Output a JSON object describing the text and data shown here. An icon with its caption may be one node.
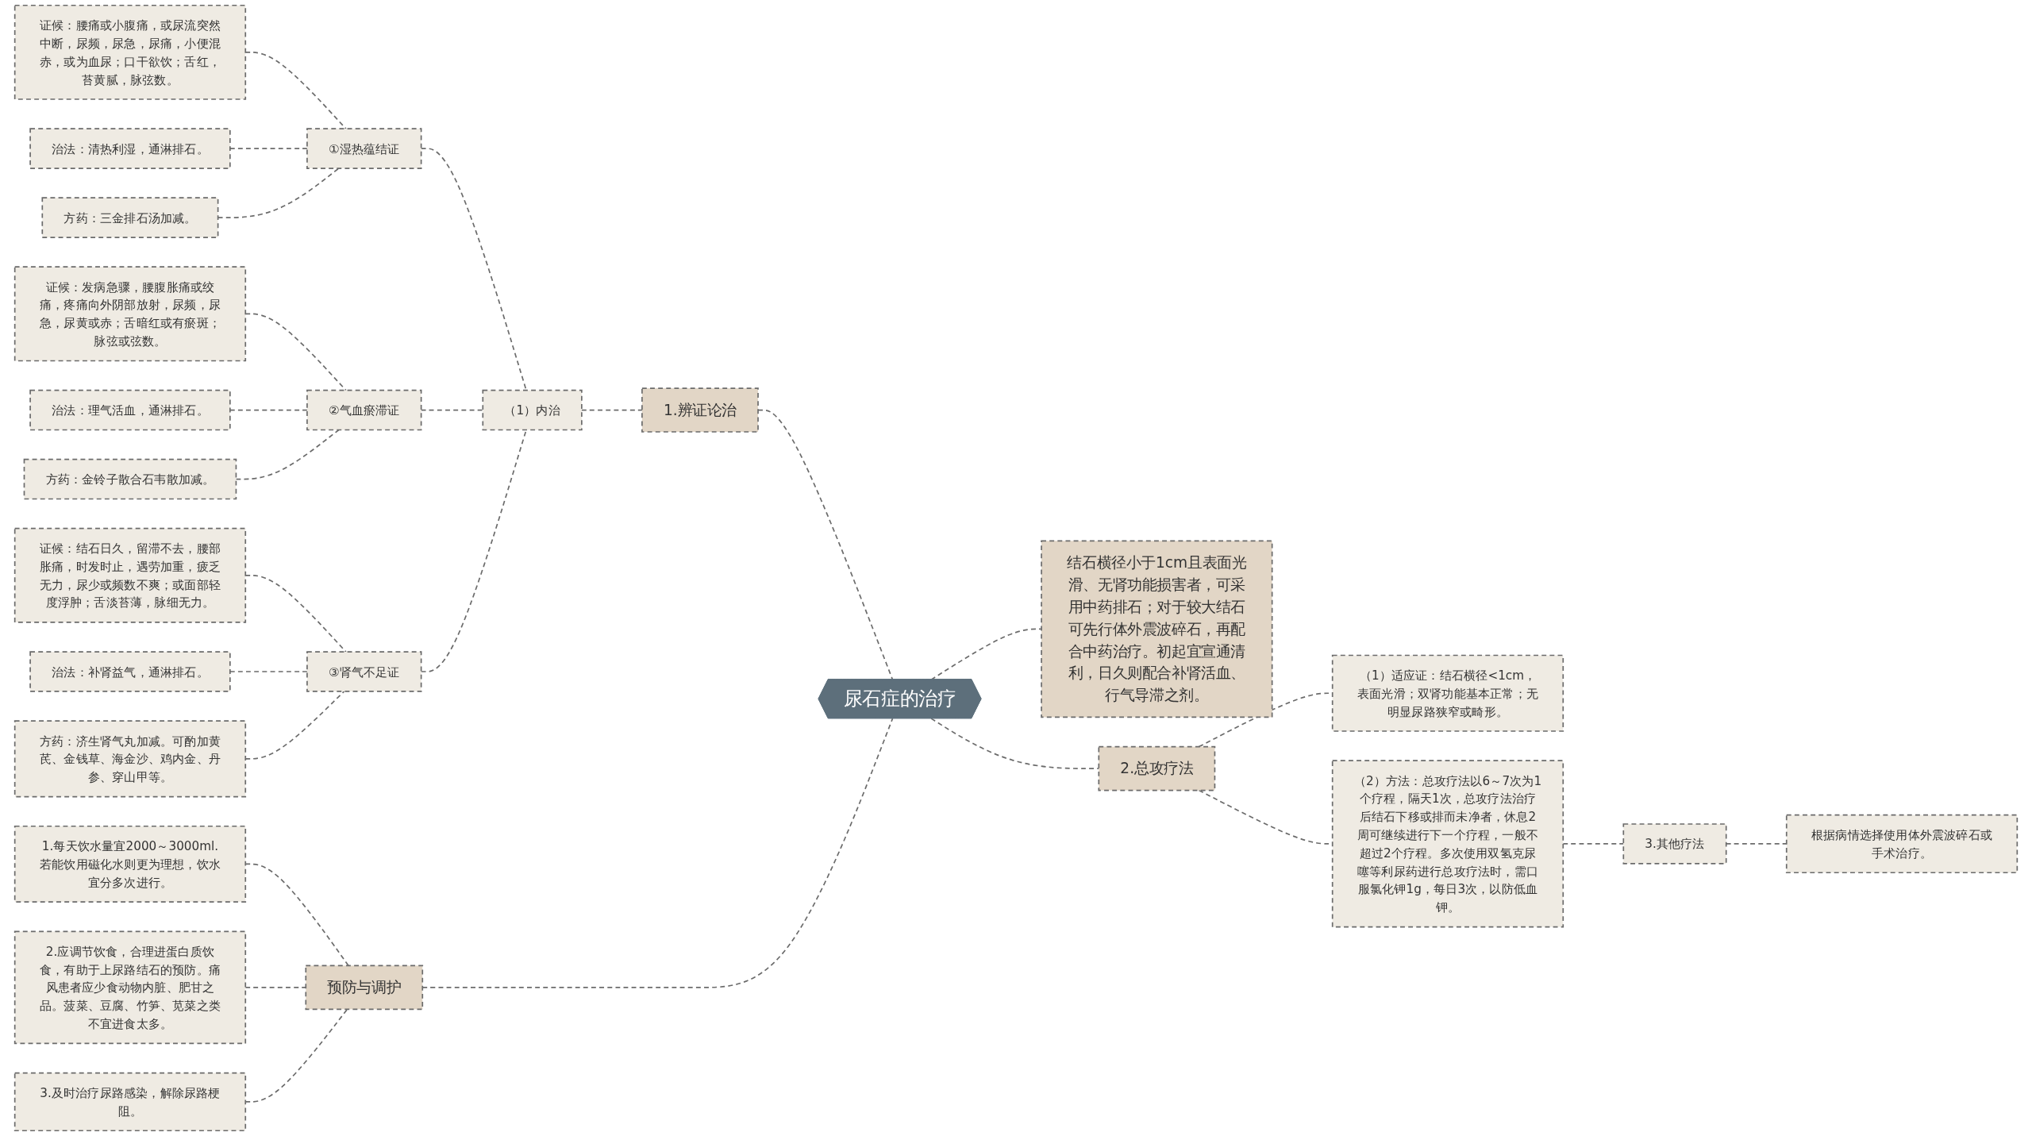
{
  "diagram": {
    "nodes": [
      {
        "text": [
          "尿石症的治疗"
        ]
      },
      {
        "text": [
          "1.辨证论治"
        ]
      },
      {
        "text": [
          "（1）内治"
        ]
      },
      {
        "text": [
          "①湿热蕴结证"
        ]
      },
      {
        "text": [
          "证候：腰痛或小腹痛，或尿流突然中断，尿频，尿急，尿痛，小便混赤，或为血尿；口干欲饮；舌红，苔黄腻，脉弦数。"
        ]
      },
      {
        "text": [
          "治法：清热利湿，通淋排石。"
        ]
      },
      {
        "text": [
          "方药：三金排石汤加减。"
        ]
      },
      {
        "text": [
          "②气血瘀滞证"
        ]
      },
      {
        "text": [
          "证候：发病急骤，腰腹胀痛或绞痛，疼痛向外阴部放射，尿频，尿急，尿黄或赤；舌暗红或有瘀斑；脉弦或弦数。"
        ]
      },
      {
        "text": [
          "治法：理气活血，通淋排石。"
        ]
      },
      {
        "text": [
          "方药：金铃子散合石韦散加减。"
        ]
      },
      {
        "text": [
          "③肾气不足证"
        ]
      },
      {
        "text": [
          "证候：结石日久，留滞不去，腰部胀痛，时发时止，遇劳加重，疲乏无力，尿少或频数不爽；或面部轻度浮肿；舌淡苔薄，脉细无力。"
        ]
      },
      {
        "text": [
          "治法：补肾益气，通淋排石。"
        ]
      },
      {
        "text": [
          "方药：济生肾气丸加减。可酌加黄芪、金钱草、海金沙、鸡内金、丹参、穿山甲等。"
        ]
      },
      {
        "text": [
          "预防与调护"
        ]
      },
      {
        "text": [
          "1.每天饮水量宜2000～3000ml.若能饮用磁化水则更为理想，饮水宜分多次进行。"
        ]
      },
      {
        "text": [
          "2.应调节饮食，合理进蛋白质饮食，有助于上尿路结石的预防。痛风患者应少食动物内脏、肥甘之品。菠菜、豆腐、竹笋、苋菜之类不宜进食太多。"
        ]
      },
      {
        "text": [
          "3.及时治疗尿路感染，解除尿路梗阻。"
        ]
      },
      {
        "text": [
          "结石横径小于1cm且表面光滑、无肾功能损害者，可采用中药排石；对于较大结石可先行体外震波碎石，再配合中药治疗。初起宜宣通清利，日久则配合补肾活血、行气导滞之剂。"
        ]
      },
      {
        "text": [
          "2.总攻疗法"
        ]
      },
      {
        "text": [
          "（1）适应证：结石横径<1cm，表面光滑；双肾功能基本正常；无明显尿路狭窄或畸形。"
        ]
      },
      {
        "text": [
          "（2）方法：总攻疗法以6～7次为1个疗程，隔天1次，总攻疗法治疗后结石下移或排而未净者，休息2周可继续进行下一个疗程，一般不超过2个疗程。多次使用双氢克尿噻等利尿药进行总攻疗法时，需口服氯化钾1g，每日3次，以防低血钾。"
        ]
      },
      {
        "text": [
          "3.其他疗法"
        ]
      },
      {
        "text": [
          "根据病情选择使用体外震波碎石或手术治疗。"
        ]
      }
    ],
    "edges": [
      {
        "from": 4,
        "to": 3,
        "arrow": "none",
        "style": "dashed"
      },
      {
        "from": 5,
        "to": 3,
        "arrow": "none",
        "style": "dashed"
      },
      {
        "from": 6,
        "to": 3,
        "arrow": "none",
        "style": "dashed"
      },
      {
        "from": 3,
        "to": 2,
        "arrow": "none",
        "style": "dashed"
      },
      {
        "from": 8,
        "to": 7,
        "arrow": "none",
        "style": "dashed"
      },
      {
        "from": 9,
        "to": 7,
        "arrow": "none",
        "style": "dashed"
      },
      {
        "from": 10,
        "to": 7,
        "arrow": "none",
        "style": "dashed"
      },
      {
        "from": 7,
        "to": 2,
        "arrow": "none",
        "style": "dashed"
      },
      {
        "from": 12,
        "to": 11,
        "arrow": "none",
        "style": "dashed"
      },
      {
        "from": 13,
        "to": 11,
        "arrow": "none",
        "style": "dashed"
      },
      {
        "from": 14,
        "to": 11,
        "arrow": "none",
        "style": "dashed"
      },
      {
        "from": 11,
        "to": 2,
        "arrow": "none",
        "style": "dashed"
      },
      {
        "from": 2,
        "to": 1,
        "arrow": "none",
        "style": "dashed"
      },
      {
        "from": 1,
        "to": 0,
        "arrow": "none",
        "style": "dashed"
      },
      {
        "from": 16,
        "to": 15,
        "arrow": "none",
        "style": "dashed"
      },
      {
        "from": 17,
        "to": 15,
        "arrow": "none",
        "style": "dashed"
      },
      {
        "from": 18,
        "to": 15,
        "arrow": "none",
        "style": "dashed"
      },
      {
        "from": 15,
        "to": 0,
        "arrow": "none",
        "style": "dashed"
      },
      {
        "from": 0,
        "to": 19,
        "arrow": "none",
        "style": "dashed"
      },
      {
        "from": 0,
        "to": 20,
        "arrow": "none",
        "style": "dashed"
      },
      {
        "from": 20,
        "to": 21,
        "arrow": "none",
        "style": "dashed"
      },
      {
        "from": 20,
        "to": 22,
        "arrow": "none",
        "style": "dashed"
      },
      {
        "from": 22,
        "to": 23,
        "arrow": "none",
        "style": "dashed"
      },
      {
        "from": 23,
        "to": 24,
        "arrow": "none",
        "style": "dashed"
      }
    ]
  }
}
